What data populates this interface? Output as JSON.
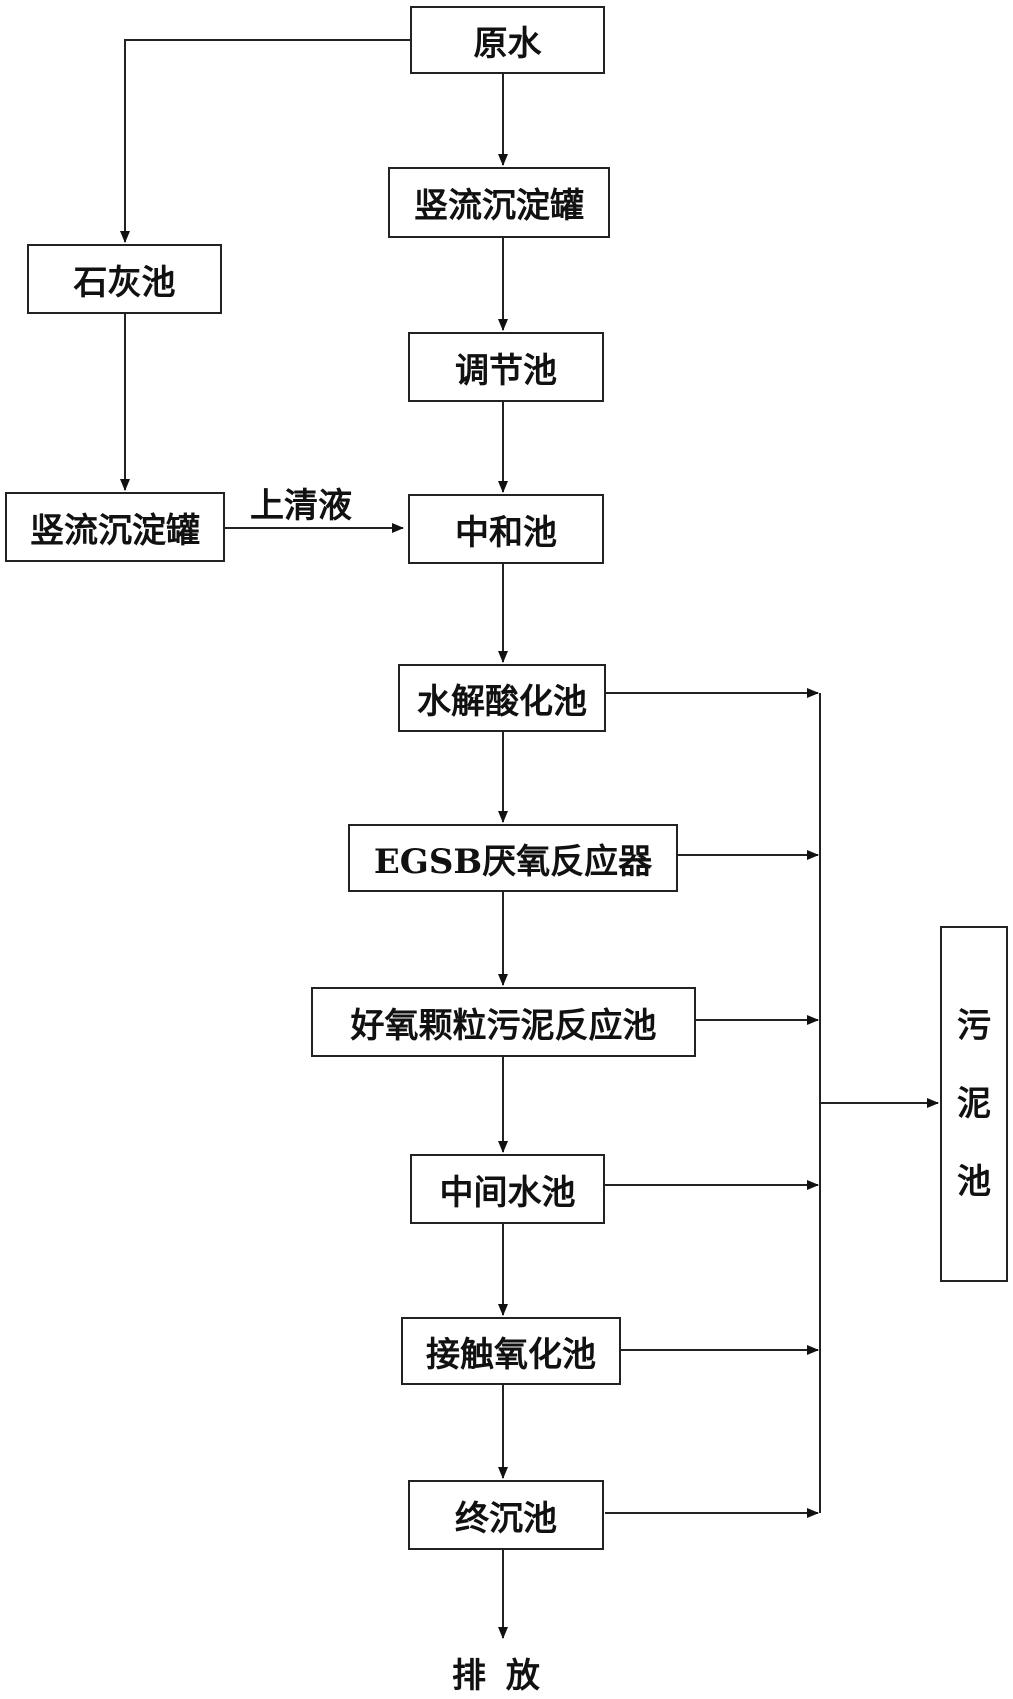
{
  "nodes": {
    "raw_water": "原水",
    "settling_tank_main": "竖流沉淀罐",
    "regulating_tank": "调节池",
    "neutralization_tank": "中和池",
    "hydrolysis_tank": "水解酸化池",
    "egsb_reactor": "EGSB厌氧反应器",
    "aerobic_granular_tank": "好氧颗粒污泥反应池",
    "intermediate_tank": "中间水池",
    "contact_oxidation_tank": "接触氧化池",
    "final_settling_tank": "终沉池",
    "lime_tank": "石灰池",
    "settling_tank_side": "竖流沉淀罐",
    "sludge_tank": [
      "污",
      "泥",
      "池"
    ]
  },
  "labels": {
    "supernatant": "上清液",
    "discharge": "排 放"
  }
}
